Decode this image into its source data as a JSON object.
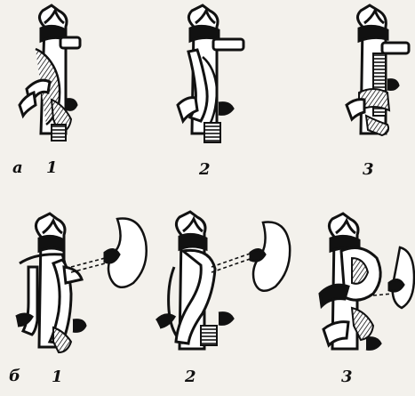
{
  "rows": {
    "a": {
      "label": "а",
      "items": [
        "1",
        "2",
        "3"
      ]
    },
    "b": {
      "label": "б",
      "items": [
        "1",
        "2",
        "3"
      ]
    }
  },
  "style": {
    "ink": "#111111",
    "paper": "#f3f1ec"
  }
}
